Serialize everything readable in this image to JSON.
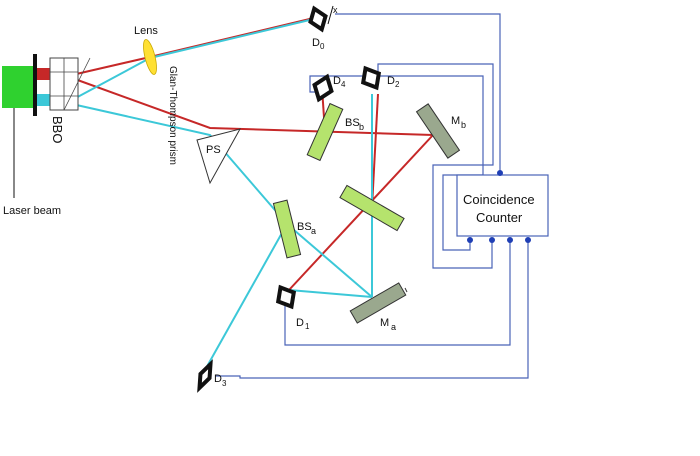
{
  "labels": {
    "lens": "Lens",
    "d0": "D",
    "d0_sub": "0",
    "x_mark": "x",
    "d4": "D",
    "d4_sub": "4",
    "d2": "D",
    "d2_sub": "2",
    "bs_b": "BS",
    "bs_b_sub": "b",
    "m_b": "M",
    "m_b_sub": "b",
    "glan_thompson": "Glan-Thompson prism",
    "ps": "PS",
    "bbo": "BBO",
    "laser_beam": "Laser beam",
    "bs_a": "BS",
    "bs_a_sub": "a",
    "coincidence_line1": "Coincidence",
    "coincidence_line2": "Counter",
    "d1": "D",
    "d1_sub": "1",
    "m_a": "M",
    "m_a_sub": "a",
    "d3": "D",
    "d3_sub": "3"
  },
  "colors": {
    "laser": "#2fd12f",
    "red_beam": "#c62828",
    "cyan_beam": "#3cc8d8",
    "wire": "#4a63b8",
    "beam_splitter": "#b5e36d",
    "mirror": "#9aa88e"
  }
}
